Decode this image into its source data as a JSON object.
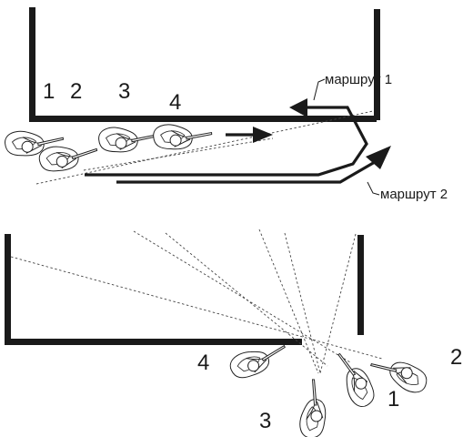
{
  "top_scene": {
    "position_labels": [
      "1",
      "2",
      "3",
      "4"
    ],
    "route_1_label": "маршрут 1",
    "route_2_label": "маршрут 2"
  },
  "bottom_scene": {
    "position_labels": [
      "1",
      "2",
      "3",
      "4"
    ]
  },
  "colors": {
    "ink": "#1a1a1a",
    "background": "#ffffff"
  }
}
